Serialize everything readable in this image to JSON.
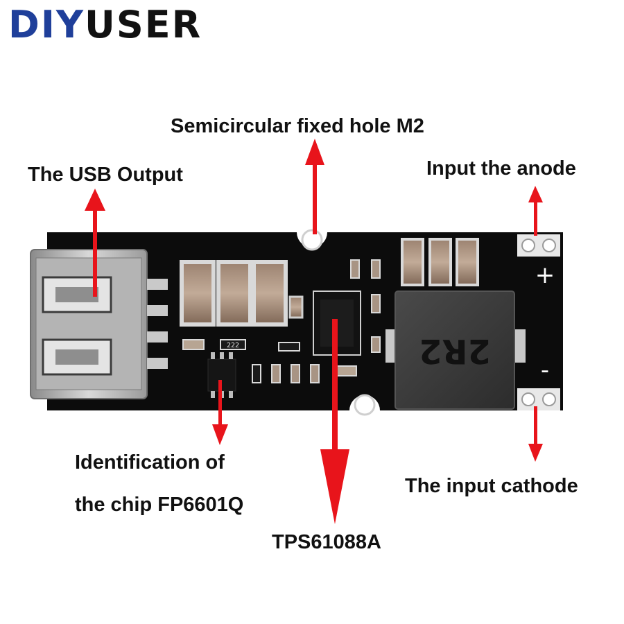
{
  "logo": {
    "part1": "DIY",
    "part2": "USER",
    "color_part1": "#1f3f9a",
    "color_part2": "#111111"
  },
  "annotations": {
    "usb_output": "The USB Output",
    "semicircular_hole": "Semicircular fixed hole M2",
    "input_anode": "Input the anode",
    "input_cathode": "The input cathode",
    "chip_id_line1": "Identification of",
    "chip_id_line2": "the chip FP6601Q",
    "tps_chip": "TPS61088A"
  },
  "board": {
    "inductor_marking": "2R2",
    "plus_sign": "+",
    "minus_sign": "-",
    "resistor_marking": "222",
    "pcb_color": "#0c0c0c",
    "arrow_color": "#e8141b"
  }
}
